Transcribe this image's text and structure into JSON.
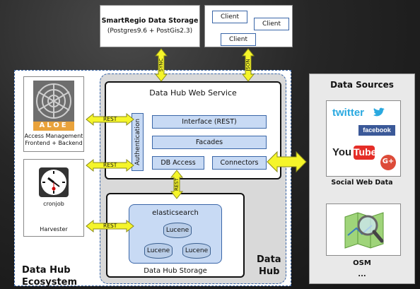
{
  "storage": {
    "title": "SmartRegio Data Storage",
    "subtitle": "(Postgres9.6 + PostGis2.3)"
  },
  "clients": [
    "Client",
    "Client",
    "Client"
  ],
  "arrows": {
    "sync": "SYNC",
    "json": "JSON",
    "rest": "REST"
  },
  "ecosystem": {
    "title_line1": "Data Hub",
    "title_line2": "Ecosystem"
  },
  "hub": {
    "title_line1": "Data",
    "title_line2": "Hub"
  },
  "aloe": {
    "logo": "ALOE",
    "label_line1": "Access Management",
    "label_line2": "Frontend + Backend"
  },
  "harvester": {
    "clock_label": "cronjob",
    "label": "Harvester"
  },
  "web_service": {
    "title": "Data Hub Web Service",
    "authentication": "Authentication",
    "interface": "Interface (REST)",
    "facades": "Facades",
    "db_access": "DB Access",
    "connectors": "Connectors"
  },
  "storage_hub": {
    "title": "Data Hub Storage",
    "engine": "elasticsearch",
    "index": "Lucene"
  },
  "data_sources": {
    "title": "Data Sources",
    "social_label": "Social Web Data",
    "twitter": "twitter",
    "facebook": "facebook",
    "youtube_you": "You",
    "youtube_tube": "Tube",
    "gplus": "G+",
    "osm_label": "OSM",
    "more": "..."
  },
  "colors": {
    "accent_yellow": "#f5f52a",
    "blue_box": "#c8daf4",
    "twitter": "#2aa9e0",
    "facebook": "#3b5998",
    "youtube": "#e52d27",
    "gplus": "#dd4b39"
  }
}
